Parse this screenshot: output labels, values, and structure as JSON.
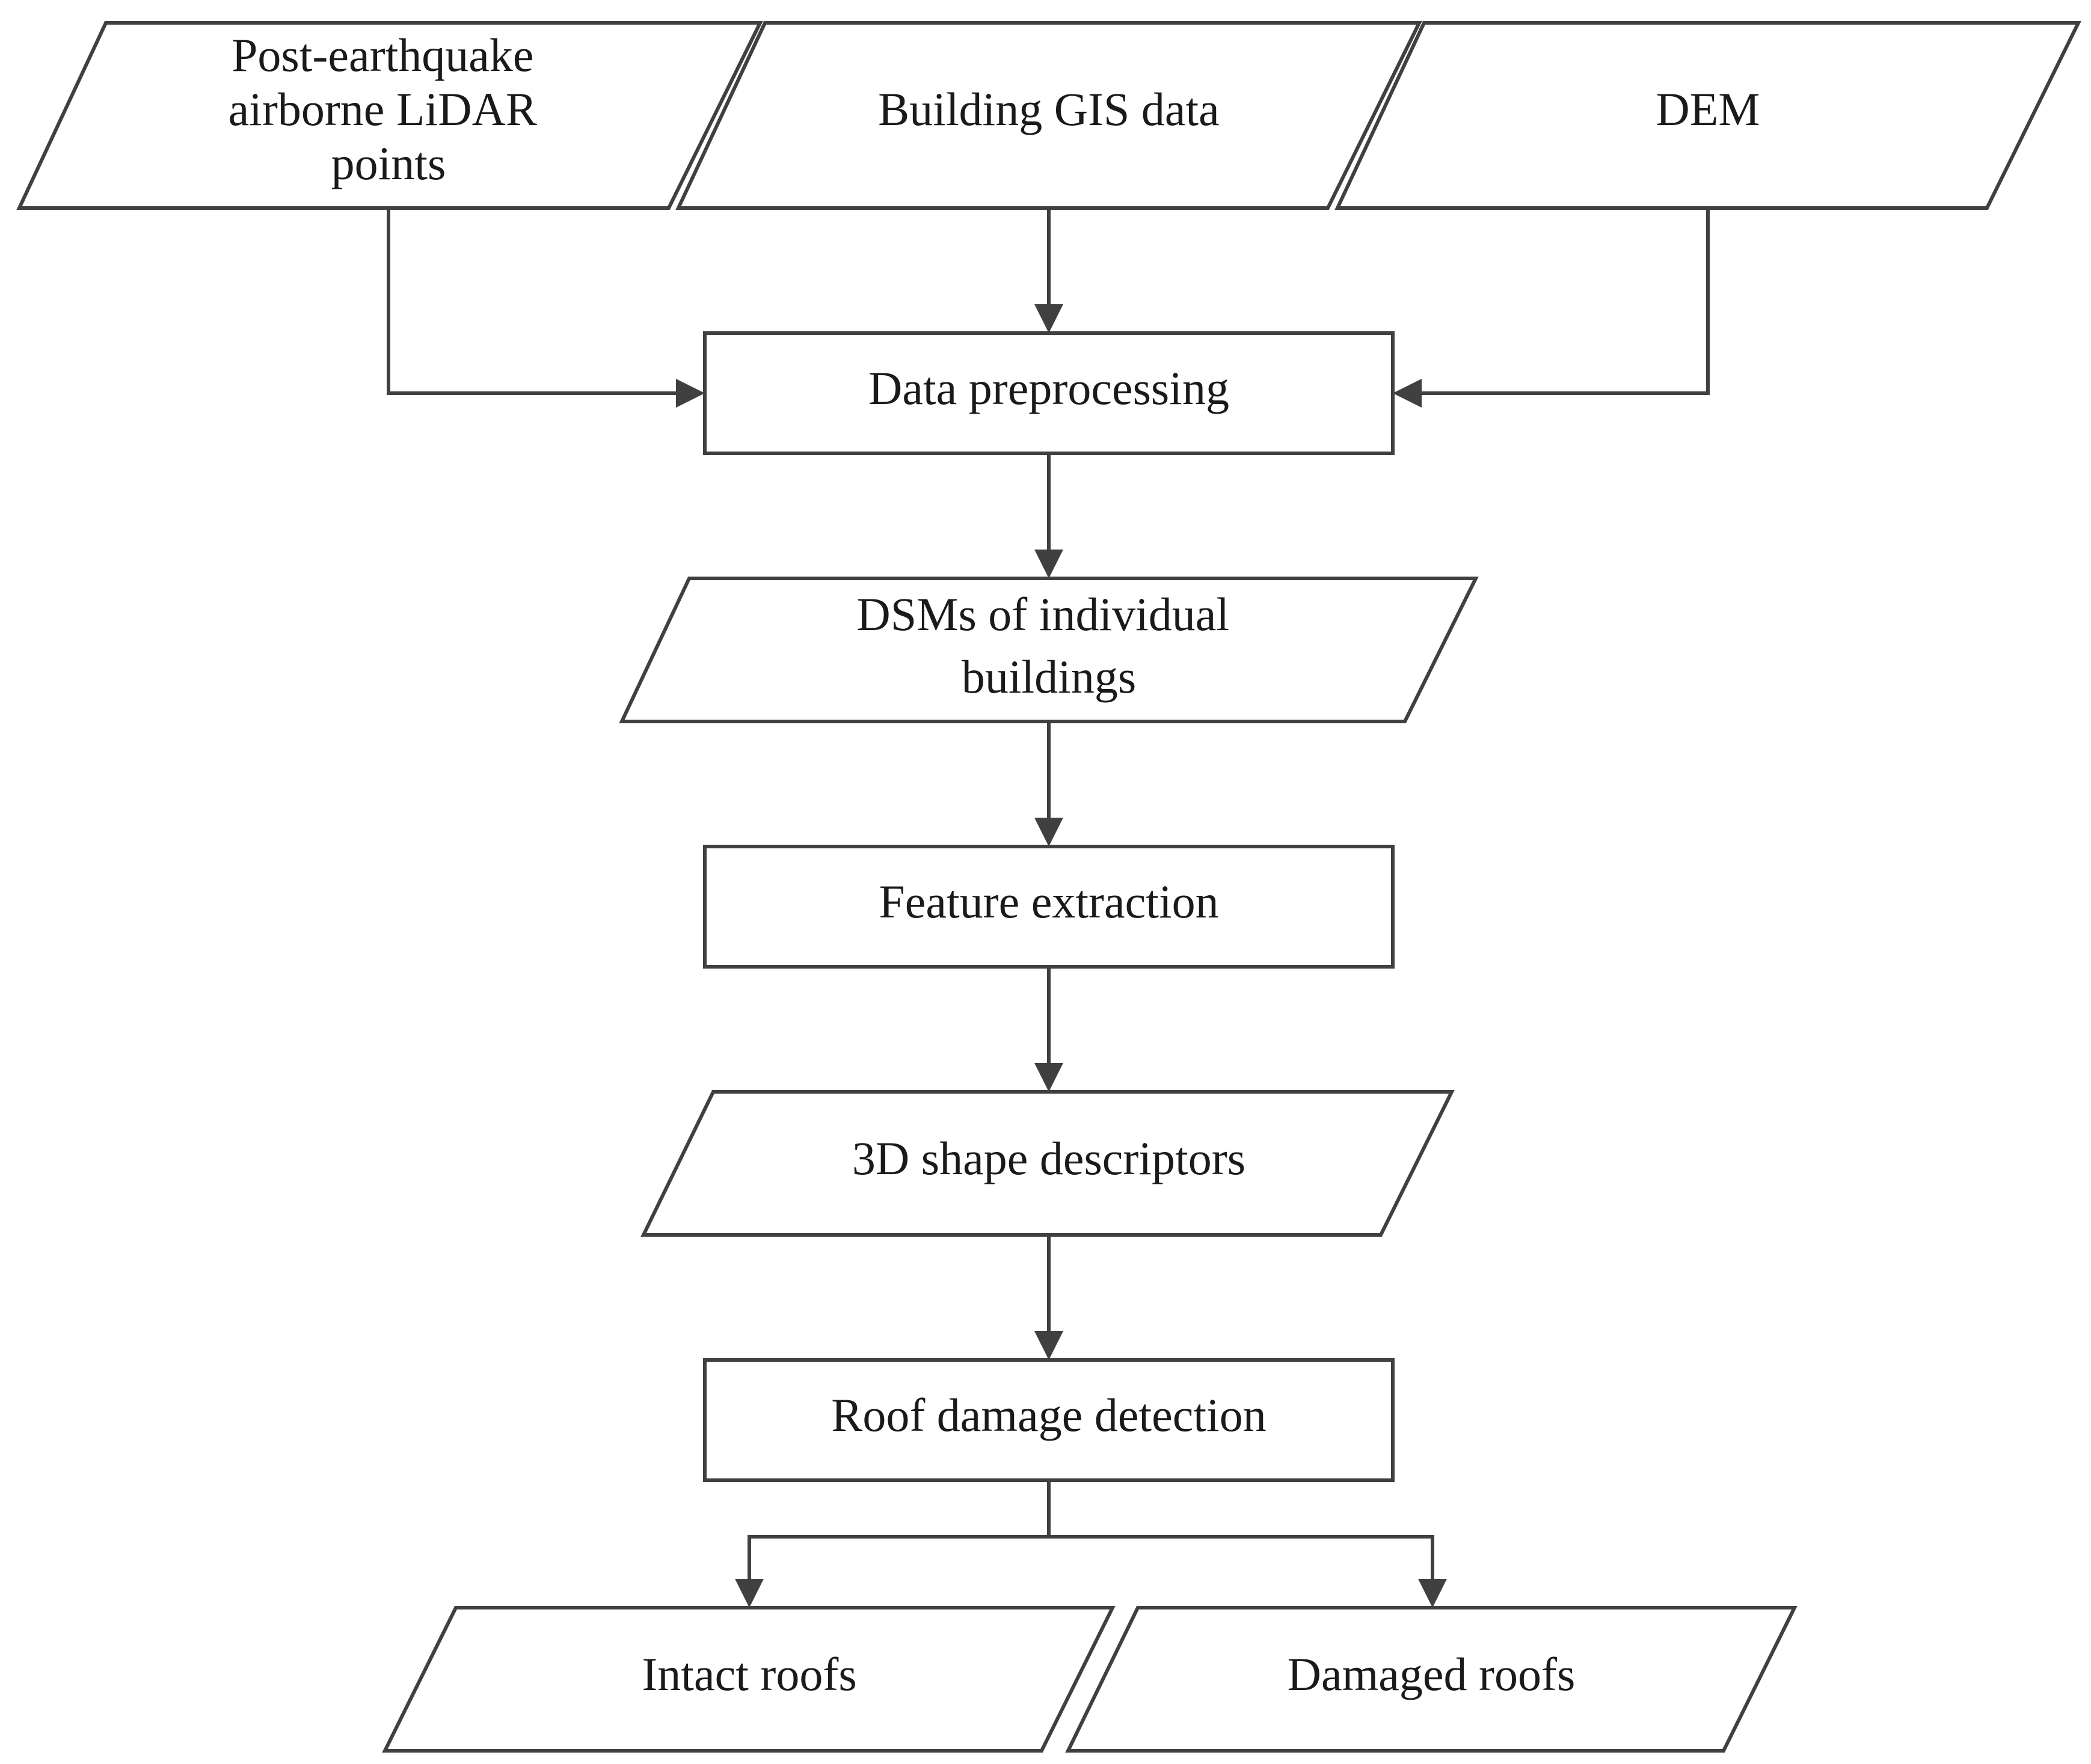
{
  "nodes": {
    "lidar": {
      "lines": [
        "Post-earthquake",
        "airborne LiDAR",
        "points"
      ]
    },
    "gis": {
      "lines": [
        "Building GIS data"
      ]
    },
    "dem": {
      "lines": [
        "DEM"
      ]
    },
    "preprocess": {
      "lines": [
        "Data preprocessing"
      ]
    },
    "dsms": {
      "lines": [
        "DSMs of individual",
        "buildings"
      ]
    },
    "features": {
      "lines": [
        "Feature extraction"
      ]
    },
    "descriptors": {
      "lines": [
        "3D shape descriptors"
      ]
    },
    "detection": {
      "lines": [
        "Roof damage detection"
      ]
    },
    "intact": {
      "lines": [
        "Intact roofs"
      ]
    },
    "damaged": {
      "lines": [
        "Damaged roofs"
      ]
    }
  },
  "colors": {
    "stroke": "#404040",
    "fill": "#ffffff",
    "text": "#1a1a1a"
  }
}
